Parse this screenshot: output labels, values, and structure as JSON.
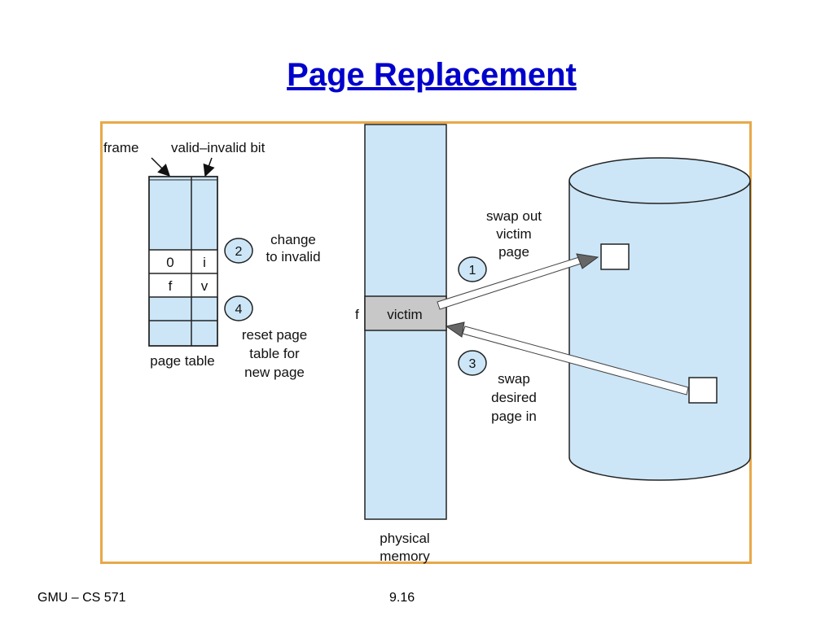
{
  "slide": {
    "title": "Page Replacement",
    "footer_left": "GMU – CS 571",
    "footer_page": "9.16"
  },
  "diagram": {
    "label_frame": "frame",
    "label_valid_invalid": "valid–invalid bit",
    "page_table_rows": [
      {
        "frame": "0",
        "bit": "i"
      },
      {
        "frame": "f",
        "bit": "v"
      }
    ],
    "label_page_table": "page table",
    "step1_num": "1",
    "step2_num": "2",
    "step3_num": "3",
    "step4_num": "4",
    "step1_lines": [
      "swap out",
      "victim",
      "page"
    ],
    "step2_lines": [
      "change",
      "to invalid"
    ],
    "step3_lines": [
      "swap",
      "desired",
      "page in"
    ],
    "step4_lines": [
      "reset page",
      "table for",
      "new page"
    ],
    "victim_frame_label": "f",
    "victim_label": "victim",
    "memory_lines": [
      "physical",
      "memory"
    ],
    "colors": {
      "fill_light_blue": "#cce6f7",
      "victim_gray": "#c8c8c8",
      "frame_border": "#e8a84a",
      "title_blue": "#0000cc"
    }
  }
}
